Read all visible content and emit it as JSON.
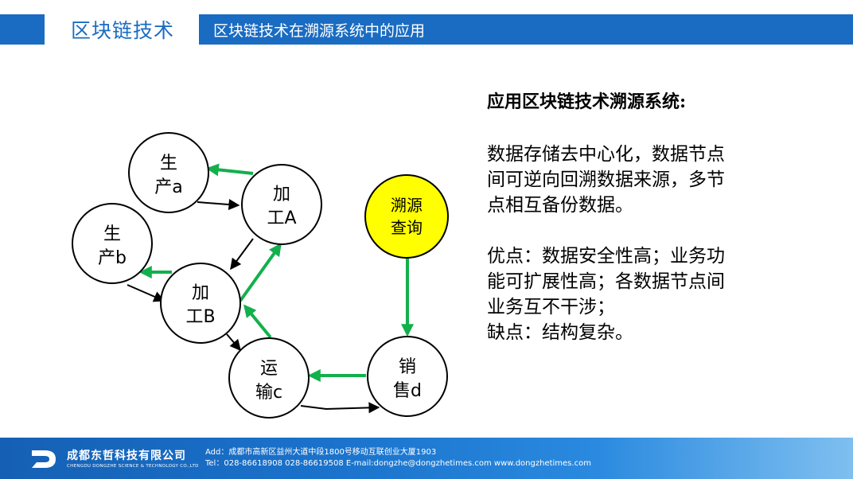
{
  "header": {
    "title": "区块链技术",
    "subtitle": "区块链技术在溯源系统中的应用"
  },
  "diagram": {
    "nodes": {
      "shengchan_a": [
        "生",
        "产a"
      ],
      "shengchan_b": [
        "生",
        "产b"
      ],
      "jiagong_a": [
        "加",
        "工A"
      ],
      "jiagong_b": [
        "加",
        "工B"
      ],
      "yunshu_c": [
        "运",
        "输c"
      ],
      "xiaoshou_d": [
        "销",
        "售d"
      ],
      "suyuan": [
        "溯源",
        "查询"
      ]
    },
    "colors": {
      "node_fill": "#ffffff",
      "highlight_fill": "#ffff00",
      "forward_arrow": "#000000",
      "trace_arrow": "#12b04c"
    }
  },
  "panel": {
    "heading": "应用区块链技术溯源系统:",
    "p1": [
      "数据存储去中心化，数据节点",
      "间可逆向回溯数据来源，多节",
      "点相互备份数据。"
    ],
    "p2": [
      "优点：数据安全性高；业务功",
      "能可扩展性高；各数据节点间",
      "业务互不干涉；",
      "缺点：结构复杂。"
    ]
  },
  "footer": {
    "company": "成都东哲科技有限公司",
    "company_en": "CHENGDU DONGZHE SCIENCE & TECHNOLOGY CO.,LTD",
    "address": "Add：成都市高新区益州大道中段1800号移动互联创业大厦1903",
    "contact": "Tel：028-86618908   028-86619508     E-mail:dongzhe@dongzhetimes.com     www.dongzhetimes.com"
  }
}
